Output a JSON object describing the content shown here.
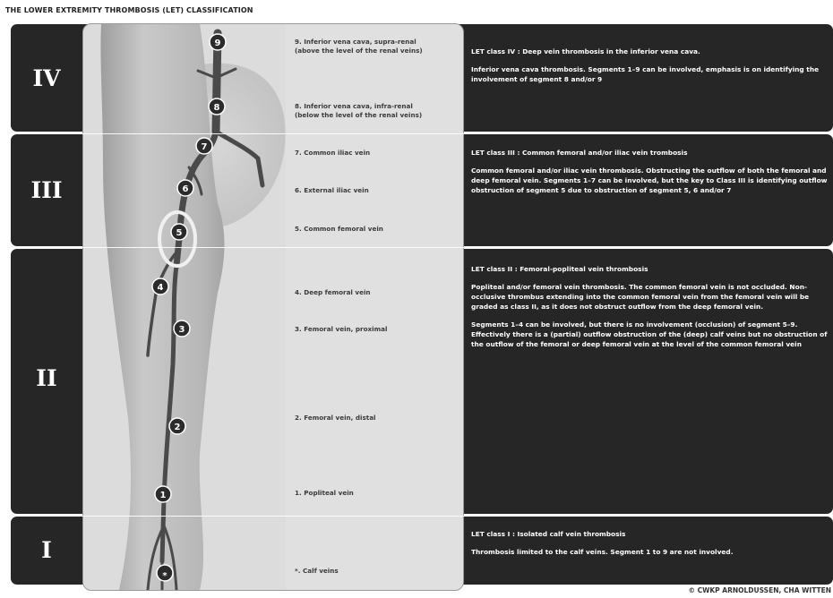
{
  "title": "THE LOWER EXTREMITY THROMBOSIS (LET) CLASSIFICATION",
  "classes": [
    {
      "numeral": "IV",
      "heading": "LET class IV : Deep vein thrombosis in the inferior vena cava.",
      "paragraphs": [
        "Inferior vena cava thrombosis. Segments 1–9 can be involved, emphasis is on identifying the involvement of segment 8 and/or 9"
      ]
    },
    {
      "numeral": "III",
      "heading": "LET class III : Common femoral and/or iliac vein trombosis",
      "paragraphs": [
        "Common femoral and/or iliac vein thrombosis. Obstructing the outflow of both the femoral and deep femoral vein. Segments 1–7 can be involved, but the key to Class III is identifying outflow obstruction of segment 5 due to obstruction of segment 5, 6 and/or 7"
      ]
    },
    {
      "numeral": "II",
      "heading": "LET class II : Femoral-popliteal vein thrombosis",
      "paragraphs": [
        "Popliteal and/or femoral vein thrombosis. The common femoral vein is not occluded. Non-occlusive thrombus extending into the common femoral vein from the femoral vein will be graded as class II, as it does not obstruct outflow from the deep femoral vein.",
        "Segments 1–4 can be involved, but there is no involvement (occlusion) of segment 5–9. Effectively there is a (partial) outflow obstruction of the (deep) calf veins but no obstruction of the outflow of the femoral or deep femoral vein at the level of the common femoral vein"
      ]
    },
    {
      "numeral": "I",
      "heading": "LET class I : Isolated calf vein thrombosis",
      "paragraphs": [
        "Thrombosis limited to the calf veins. Segment 1 to 9 are not involved."
      ]
    }
  ],
  "segments": [
    {
      "num": "9",
      "label1": "9. Inferior vena cava, supra-renal",
      "label2": "(above the level of the renal veins)"
    },
    {
      "num": "8",
      "label1": "8. Inferior vena cava, infra-renal",
      "label2": "(below the level of the renal veins)"
    },
    {
      "num": "7",
      "label1": "7. Common iliac vein",
      "label2": ""
    },
    {
      "num": "6",
      "label1": "6. External iliac vein",
      "label2": ""
    },
    {
      "num": "5",
      "label1": "5. Common femoral vein",
      "label2": ""
    },
    {
      "num": "4",
      "label1": "4. Deep femoral vein",
      "label2": ""
    },
    {
      "num": "3",
      "label1": "3. Femoral vein, proximal",
      "label2": ""
    },
    {
      "num": "2",
      "label1": "2. Femoral vein, distal",
      "label2": ""
    },
    {
      "num": "1",
      "label1": "1. Popliteal vein",
      "label2": ""
    },
    {
      "num": "*",
      "label1": "*. Calf veins",
      "label2": ""
    }
  ],
  "credit": "© CWKP ARNOLDUSSEN, CHA WITTEN"
}
